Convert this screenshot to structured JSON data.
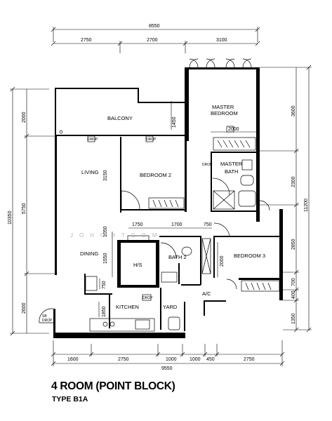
{
  "title": "4 ROOM (POINT BLOCK)",
  "subtitle": "TYPE B1A",
  "watermark": "JOHOHTCOM",
  "rooms": {
    "balcony": "BALCONY",
    "master_bedroom_1": "MASTER",
    "master_bedroom_2": "BEDROOM",
    "living": "LIVING",
    "bedroom2": "BEDROOM 2",
    "master_bath_1": "MASTER",
    "master_bath_2": "BATH",
    "dining": "DINING",
    "hs": "H/S",
    "bath2": "BATH 2",
    "bedroom3": "BEDROOM 3",
    "kitchen": "KITCHEN",
    "yard": "YARD",
    "ac": "A/C"
  },
  "tags": {
    "drop": "DROP",
    "sb": "SB"
  },
  "dimensions": {
    "top_total": "8550",
    "top": [
      "2750",
      "2700",
      "3100"
    ],
    "bottom_total": "9550",
    "bottom": [
      "1600",
      "2750",
      "1000",
      "1000",
      "450",
      "2750"
    ],
    "left_outer": "10350",
    "left_inner": [
      "2000",
      "5750",
      "2600"
    ],
    "right_outer": "11200",
    "right_inner": [
      "3600",
      "2300",
      "2850",
      "700",
      "400",
      "1350"
    ],
    "interior": {
      "d1450": "1450",
      "d2000_wardrobe": "2000",
      "d3150": "3150",
      "d1050": "1050",
      "d1750": "1750",
      "d1700": "1700",
      "d750_top": "750",
      "d1550": "1550",
      "d2000_bath": "2000",
      "d750_left": "750",
      "d1850": "1850"
    }
  }
}
